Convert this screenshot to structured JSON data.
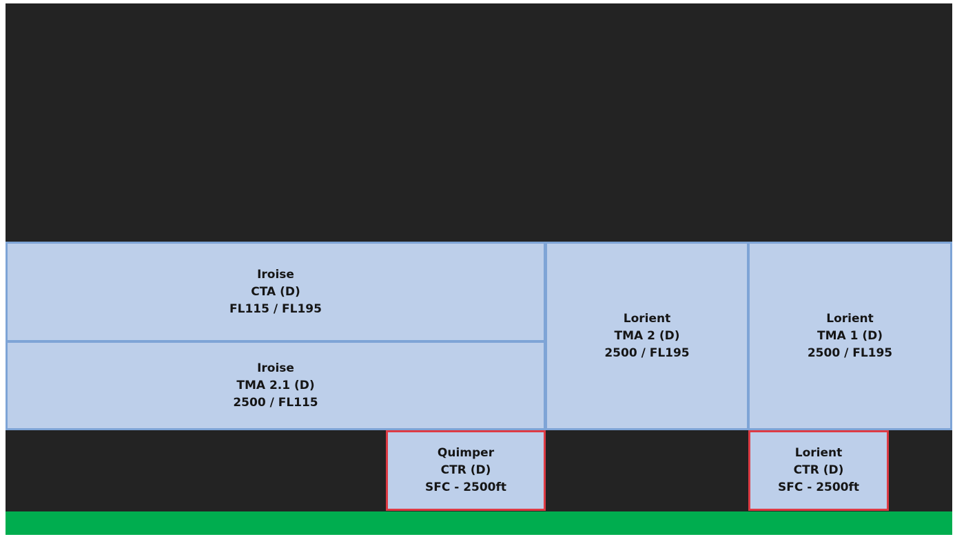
{
  "colors": {
    "background": "#232323",
    "zone_fill": "#bdcfea",
    "zone_border_class_d": "#7ea4d6",
    "zone_border_ctr": "#dd3b44",
    "ground": "#00ad4f",
    "text": "#151515"
  },
  "zones": [
    {
      "id": "iroise-cta",
      "name": "Iroise",
      "class": "CTA (D)",
      "limits": "FL115 / FL195",
      "border": "blue"
    },
    {
      "id": "iroise-tma21",
      "name": "Iroise",
      "class": "TMA 2.1 (D)",
      "limits": "2500 / FL115",
      "border": "blue"
    },
    {
      "id": "lorient-tma2",
      "name": "Lorient",
      "class": "TMA 2 (D)",
      "limits": "2500 / FL195",
      "border": "blue"
    },
    {
      "id": "lorient-tma1",
      "name": "Lorient",
      "class": "TMA 1 (D)",
      "limits": "2500 / FL195",
      "border": "blue"
    },
    {
      "id": "quimper-ctr",
      "name": "Quimper",
      "class": "CTR (D)",
      "limits": "SFC - 2500ft",
      "border": "red"
    },
    {
      "id": "lorient-ctr",
      "name": "Lorient",
      "class": "CTR (D)",
      "limits": "SFC - 2500ft",
      "border": "red"
    }
  ]
}
